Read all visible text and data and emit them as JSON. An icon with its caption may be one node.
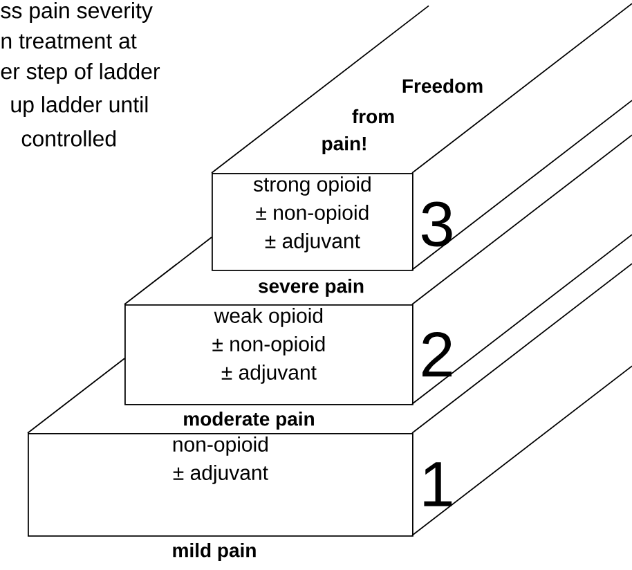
{
  "diagram": {
    "nodes": [
      {
        "text": [
          "strong opioid",
          "± non-opioid",
          "± adjuvant"
        ],
        "beside": [
          "3"
        ]
      },
      {
        "text": [
          "weak opioid",
          "± non-opioid",
          "± adjuvant"
        ],
        "beside": [
          "2"
        ]
      },
      {
        "text": [
          "non-opioid",
          "± adjuvant"
        ],
        "beside": [
          "1"
        ]
      }
    ],
    "labels": [
      "ss pain severity",
      "n treatment at",
      "er step of ladder",
      "up ladder until",
      "controlled",
      "Freedom",
      "from",
      "pain!",
      "severe pain",
      "moderate pain",
      "mild pain"
    ]
  }
}
